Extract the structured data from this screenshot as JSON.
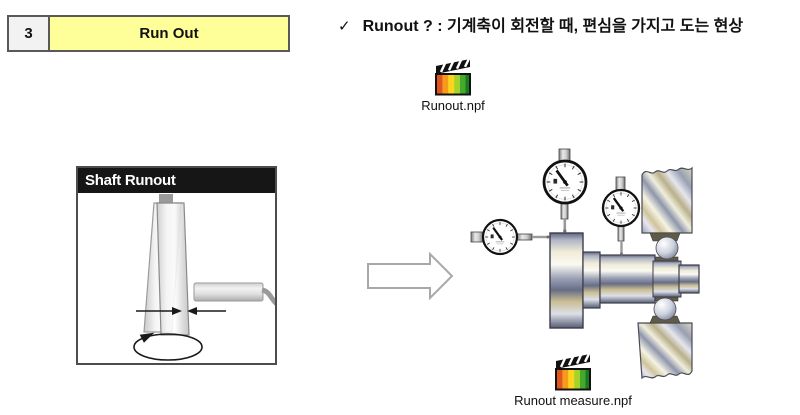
{
  "slide": {
    "background": "#ffffff"
  },
  "index_table": {
    "number": "3",
    "title": "Run Out"
  },
  "definition": {
    "check": "✓",
    "text": "Runout ? : 기계축이 회전할 때, 편심을 가지고 도는 현상"
  },
  "media_files": {
    "top": {
      "icon": "film-clapperboard-icon",
      "label": "Runout.npf"
    },
    "bottom": {
      "icon": "film-clapperboard-icon",
      "label": "Runout measure.npf"
    }
  },
  "shaft_diagram": {
    "title": "Shaft Runout"
  },
  "colors": {
    "index-number-bg": "#f2f2f2",
    "index-title-bg": "#ffff99",
    "table-border": "#595959",
    "diagram-border": "#4d4d4d",
    "diagram-header-bg": "#161616",
    "diagram-header-text": "#ffffff",
    "film-red": "#e0551c",
    "film-orange": "#f69a1a",
    "film-yellow": "#ffd51c",
    "film-yellowgreen": "#a6d326",
    "film-green": "#45a92c",
    "film-darkgreen": "#187a22",
    "metal-tan": "#c9bd92",
    "metal-blue": "#8f96ac",
    "metal-dark": "#4a5068",
    "metal-light": "#f0ecd9",
    "line-black": "#1a1a1a"
  }
}
